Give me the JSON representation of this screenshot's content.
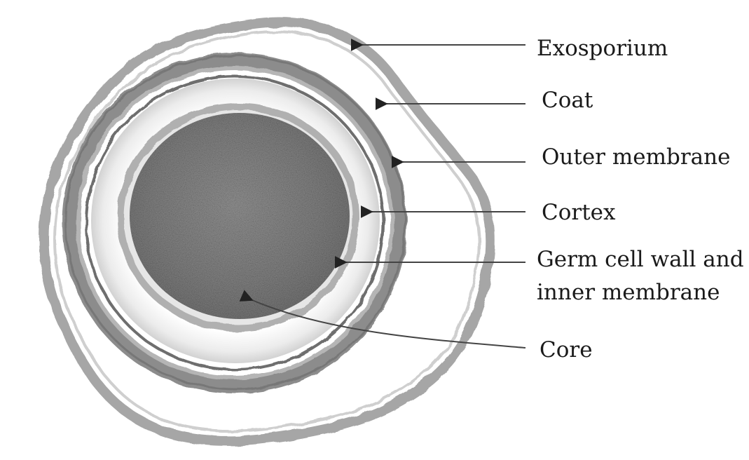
{
  "labels": {
    "exosporium": "Exosporium",
    "coat": "Coat",
    "outer_membrane": "Outer membrane",
    "cortex": "Cortex",
    "germ_line1": "Germ cell wall and",
    "germ_line2": "inner membrane",
    "core": "Core"
  },
  "colors": {
    "background": "#ffffff",
    "exosporium_stroke": "#9a9a9a",
    "coat_stroke": "#7d7d7d",
    "core_fill": "#8a8a8a",
    "leader_line": "#555555",
    "text": "#1a1a1a"
  }
}
